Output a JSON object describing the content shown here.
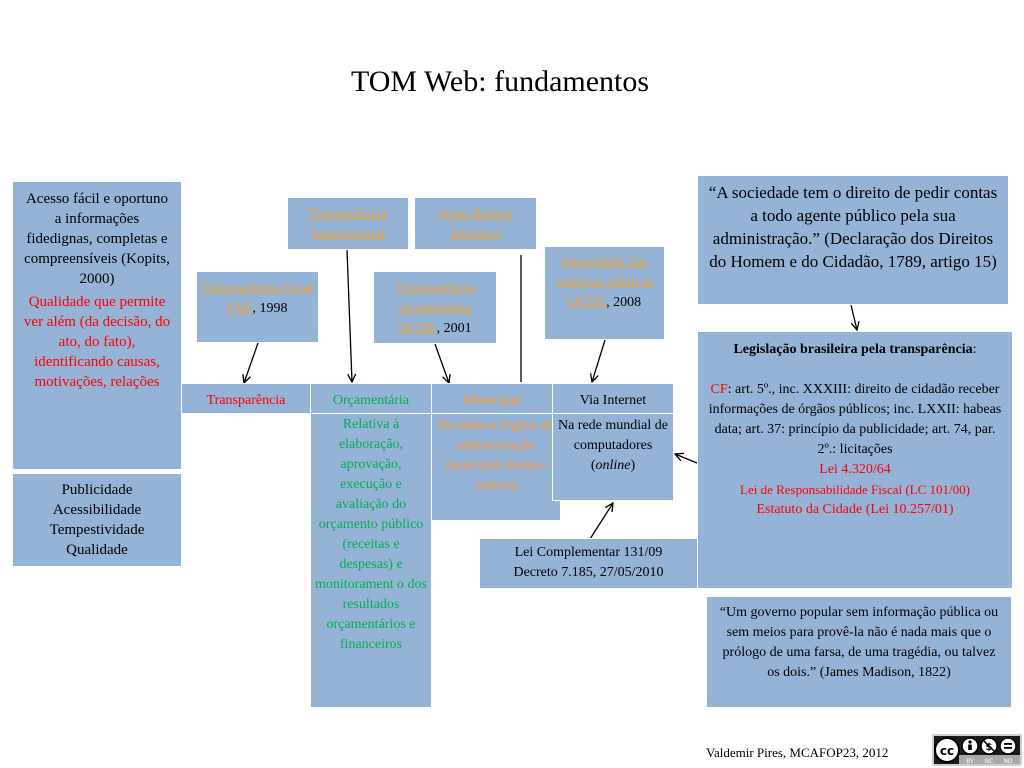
{
  "title": "TOM Web: fundamentos",
  "left": {
    "access_text": "Acesso fácil e oportuno a informações fidedignas, completas e compreensíveis (Kopits, 2000)",
    "quality_text": "Qualidade que permite ver além (da decisão, do ato, do fato), identificando causas, motivações, relações",
    "attributes": [
      "Publicidade",
      "Acessibilidade",
      "Tempestividade",
      "Qualidade"
    ]
  },
  "top_boxes": {
    "fiscal": {
      "link": "Transparência fiscal",
      "link2": "FMI",
      "suffix": ", 1998"
    },
    "internacional": {
      "link": "Transparência Internacional"
    },
    "orcamentaria": {
      "link": "Transparência orçamentária",
      "link2": "OCDE",
      "suffix": ", 2001"
    },
    "open_budget": {
      "link": "Open Budget Initiative"
    },
    "integridade": {
      "link": "Integridade das compras públicas",
      "link2": "OCDE",
      "suffix": ", 2008"
    }
  },
  "row": {
    "transparencia": "Transparência",
    "orcamentaria": "Orçamentária",
    "municipal": "Municipal",
    "via_internet": "Via Internet"
  },
  "details": {
    "orcamentaria": "Relativa à elaboração, aprovação, execução e avaliação do orçamento público (receitas e despesas) e monitorament o dos resultados orçamentários e financeiros",
    "municipal": "De entes e órgãos da administração municipal direta e indireta",
    "internet_prefix": "Na rede mundial de computadores (",
    "internet_em": "online",
    "internet_suffix": ")"
  },
  "lei_complementar": [
    "Lei Complementar 131/09",
    "Decreto 7.185, 27/05/2010"
  ],
  "quote1": "“A sociedade tem o direito de pedir contas a todo agente público pela sua administração.” (Declaração dos Direitos do Homem e do Cidadão, 1789, artigo 15)",
  "legislacao": {
    "heading": "Legislação brasileira pela transparência",
    "heading_colon": ":",
    "cf_label": "CF",
    "cf_text": ": art. 5º., inc. XXXIII: direito de cidadão receber informações de órgãos públicos; inc. LXXII: habeas data; art. 37: princípio da publicidade; art. 74, par. 2º.: licitações",
    "lei1": "Lei 4.320/64",
    "lei2": "Lei de Responsabilidade Fiscal (LC 101/00)",
    "lei3": "Estatuto da Cidade (Lei 10.257/01)"
  },
  "quote2": "“Um governo popular sem informação pública ou sem meios para provê-la não é nada mais que o prólogo de uma farsa, de uma tragédia, ou talvez os dois.” (James Madison, 1822)",
  "footer": "Valdemir Pires, MCAFOP23, 2012",
  "license": {
    "main": "cc",
    "labels": [
      "BY",
      "NC",
      "ND"
    ]
  },
  "colors": {
    "box_fill": "#95b3d7",
    "link": "#e8a23a",
    "red": "#ff0000",
    "green": "#00b050",
    "orange": "#ff9933"
  }
}
